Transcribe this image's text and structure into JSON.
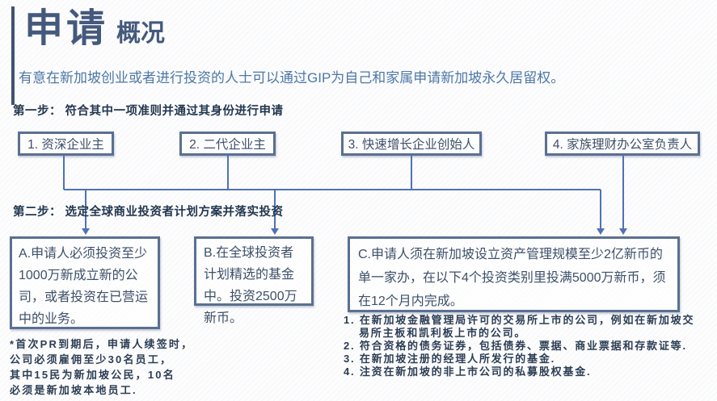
{
  "slide": {
    "title": "申请",
    "subtitle": "概况",
    "intro": "有意在新加坡创业或者进行投资的人士可以通过GIP为自己和家属申请新加坡永久居留权。"
  },
  "step1": {
    "label": "第一步： 符合其中一项准则并通过其身份进行申请",
    "options": [
      {
        "label": "1. 资深企业主"
      },
      {
        "label": "2. 二代企业主"
      },
      {
        "label": "3. 快速增长企业创始人"
      },
      {
        "label": "4. 家族理财办公室负责人"
      }
    ]
  },
  "step2": {
    "label": "第二步： 选定全球商业投资者计划方案并落实投资",
    "plans": [
      {
        "id": "A",
        "text": "A.申请人必须投资至少1000万新成立新的公司，或者投资在已营运中的业务。"
      },
      {
        "id": "B",
        "text": "B.在全球投资者计划精选的基金中。投资2500万新币。"
      },
      {
        "id": "C",
        "text": "C.申请人须在新加坡设立资产管理规模至少2亿新币的单一家办，在以下4个投资类别里投满5000万新币，须在12个月内完成。"
      }
    ]
  },
  "plan_a_note": {
    "lines": [
      "*首次PR到期后，申请人续签时，",
      "公司必须雇佣至少30名员工，",
      "其中15民为新加坡公民，10名",
      "必须是新加坡本地员工."
    ]
  },
  "plan_c_categories": [
    "1. 在新加坡金融管理局许可的交易所上市的公司，例如在新加坡交易所主板和凯利板上市的公司。",
    "2. 符合资格的债务证券，包括债券、票据、商业票据和存款证等.",
    "3. 在新加坡注册的经理人所发行的基金.",
    "4. 注资在新加坡的非上市公司的私募股权基金."
  ],
  "colors": {
    "title": "#44597c",
    "accent_bar": "#3e5374",
    "intro_text": "#4d77a6",
    "step_label": "#22374f",
    "box_border": "#5a7090",
    "box_text": "#3d5068",
    "connector_line": "#4f72b4",
    "note_text": "#2c3e54"
  }
}
